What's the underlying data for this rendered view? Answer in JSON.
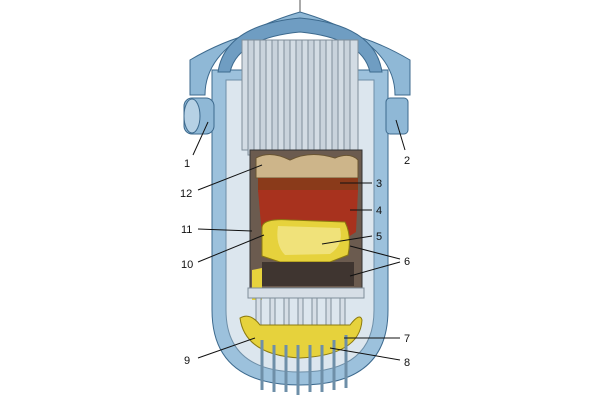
{
  "diagram": {
    "labels": {
      "l1": "1",
      "l2": "2",
      "l3": "3",
      "l4": "4",
      "l5": "5",
      "l6": "6",
      "l7": "7",
      "l8": "8",
      "l9": "9",
      "l10": "10",
      "l11": "11",
      "l12": "12"
    },
    "colors": {
      "vessel": "#8fb8d6",
      "vessel_dark": "#5f8fb5",
      "interior": "#dce6ee",
      "rods": "#c9d3dc",
      "debris": "#cdb58a",
      "molten": "#a8321e",
      "crust": "#8a3a1a",
      "yellow": "#e6d23c",
      "dark_rods": "#4a3f3a"
    }
  }
}
